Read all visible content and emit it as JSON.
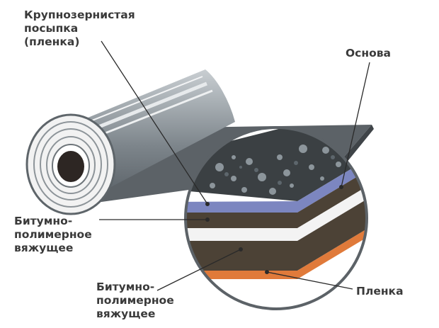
{
  "labels": {
    "granules": "Крупнозернистая\nпосыпка\n(пленка)",
    "base": "Основа",
    "binder_top": "Битумно-\nполимерное\nвяжущее",
    "binder_bottom": "Битумно-\nполимерное\nвяжущее",
    "film": "Пленка"
  },
  "colors": {
    "sheet": "#5c6267",
    "roll_body": "#8c9398",
    "gravel": "#3b4043",
    "blue_layer": "#7c86c0",
    "binder": "#4c4236",
    "white_layer": "#f3f3f3",
    "film": "#e07a3a",
    "leader": "#2a2a2a"
  }
}
